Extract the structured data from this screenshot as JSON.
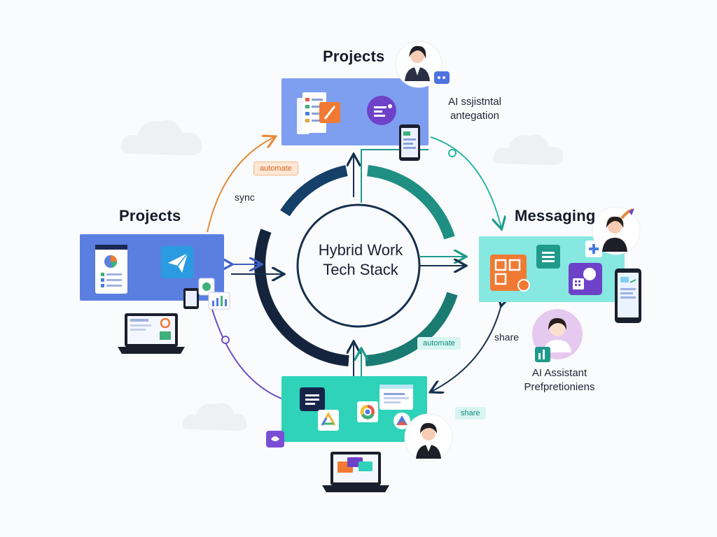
{
  "center": {
    "line1": "Hybrid Work",
    "line2": "Tech Stack"
  },
  "nodes": {
    "top": {
      "title": "Projects"
    },
    "left": {
      "title": "Projects"
    },
    "right": {
      "title": "Messaging"
    }
  },
  "labels": {
    "ai_integration_line1": "AI ssjistntal",
    "ai_integration_line2": "antegation",
    "ai_assistant_line1": "AI Assistant",
    "ai_assistant_line2": "Prefpretioniens",
    "sync": "sync",
    "share_plain": "share"
  },
  "tags": {
    "automate_left": "automate",
    "automate_bottom": "automate",
    "share_bottom": "share"
  },
  "colors": {
    "ring_dark": "#16304f",
    "ring_teal": "#1f9a8c",
    "accent_orange": "#e58a3a",
    "accent_purple": "#6b4fc4",
    "panel_blue": "#5b7fe0",
    "panel_teal": "#2ed3b9",
    "panel_cyan": "#7fe6df"
  },
  "icons": [
    "chat-bubble-icon",
    "pencil-icon",
    "list-icon",
    "phone-icon",
    "paper-plane-icon",
    "pie-chart-icon",
    "laptop-icon",
    "bar-chart-icon",
    "grid-icon",
    "calculator-icon",
    "document-icon",
    "chrome-icon",
    "drive-icon",
    "plus-icon",
    "avatar-icon"
  ]
}
